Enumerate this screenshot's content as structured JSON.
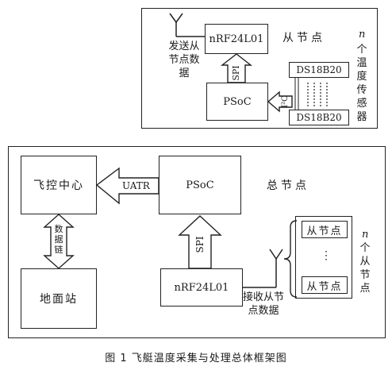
{
  "top_section": {
    "antenna_label": "发送从节点数据",
    "nrf_label": "nRF24L01",
    "title": "从节点",
    "spi_label": "SPI",
    "psoc_label": "PSoC",
    "i2c_label": "I²C",
    "sensor_top": "DS18B20",
    "sensor_bottom": "DS18B20",
    "n_label": "n",
    "sensor_count_text": "个温度传感器"
  },
  "bottom_section": {
    "flight_control": "飞控中心",
    "psoc_label": "PSoC",
    "uatr_label": "UATR",
    "title": "总节点",
    "datalink_label": "数据链",
    "spi_label": "SPI",
    "ground_station": "地面站",
    "nrf_label": "nRF24L01",
    "receive_label": "接收从节点数据",
    "slave_node_1": "从节点",
    "slave_node_2": "从节点",
    "slave_dots": "⋮",
    "n_label": "n",
    "slave_count_text": "个从节点"
  },
  "caption": "图 1 飞艇温度采集与处理总体框架图"
}
